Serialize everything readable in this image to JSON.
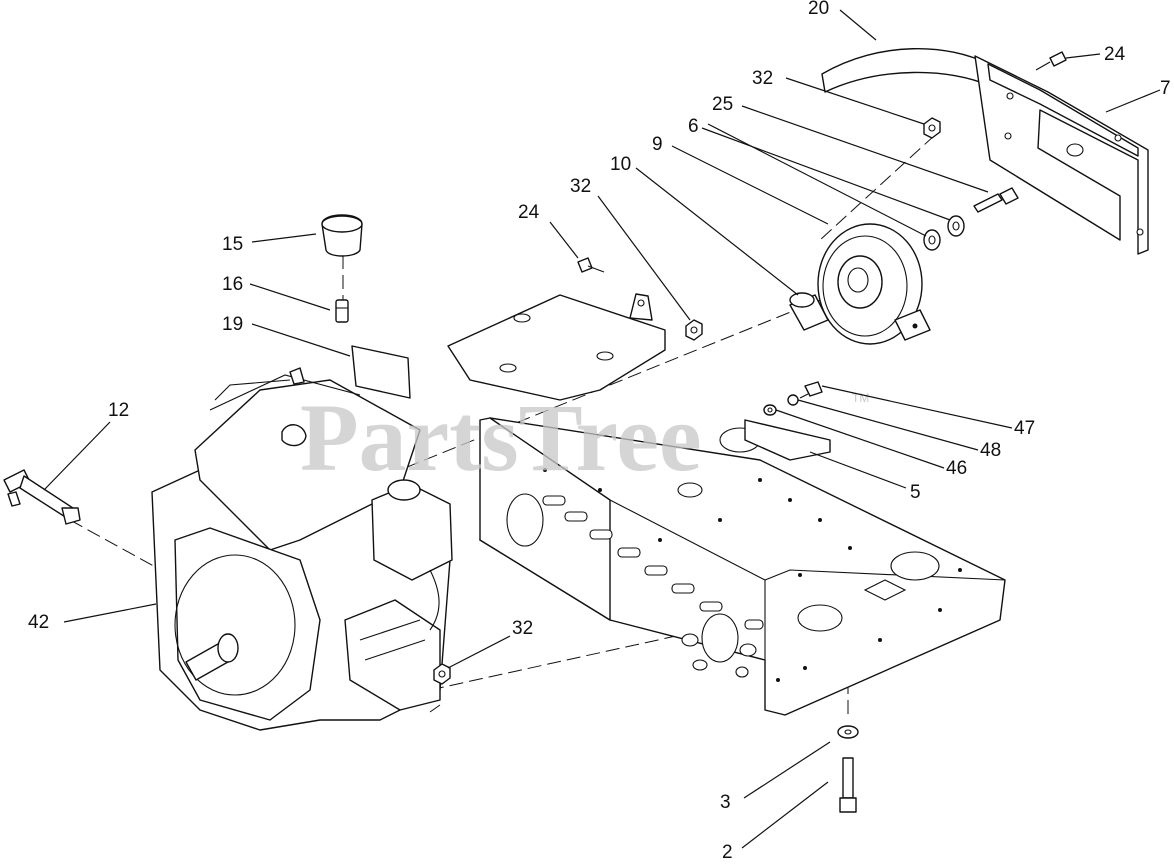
{
  "diagram": {
    "watermark": "PartsTree",
    "trademark": "TM",
    "callouts": [
      {
        "id": "c20",
        "text": "20"
      },
      {
        "id": "c24a",
        "text": "24"
      },
      {
        "id": "c7",
        "text": "7"
      },
      {
        "id": "c32a",
        "text": "32"
      },
      {
        "id": "c25",
        "text": "25"
      },
      {
        "id": "c6",
        "text": "6"
      },
      {
        "id": "c9",
        "text": "9"
      },
      {
        "id": "c10",
        "text": "10"
      },
      {
        "id": "c32b",
        "text": "32"
      },
      {
        "id": "c24b",
        "text": "24"
      },
      {
        "id": "c15",
        "text": "15"
      },
      {
        "id": "c16",
        "text": "16"
      },
      {
        "id": "c19",
        "text": "19"
      },
      {
        "id": "c12",
        "text": "12"
      },
      {
        "id": "c47",
        "text": "47"
      },
      {
        "id": "c48",
        "text": "48"
      },
      {
        "id": "c46",
        "text": "46"
      },
      {
        "id": "c5",
        "text": "5"
      },
      {
        "id": "c42",
        "text": "42"
      },
      {
        "id": "c32c",
        "text": "32"
      },
      {
        "id": "c3",
        "text": "3"
      },
      {
        "id": "c2",
        "text": "2"
      }
    ]
  }
}
